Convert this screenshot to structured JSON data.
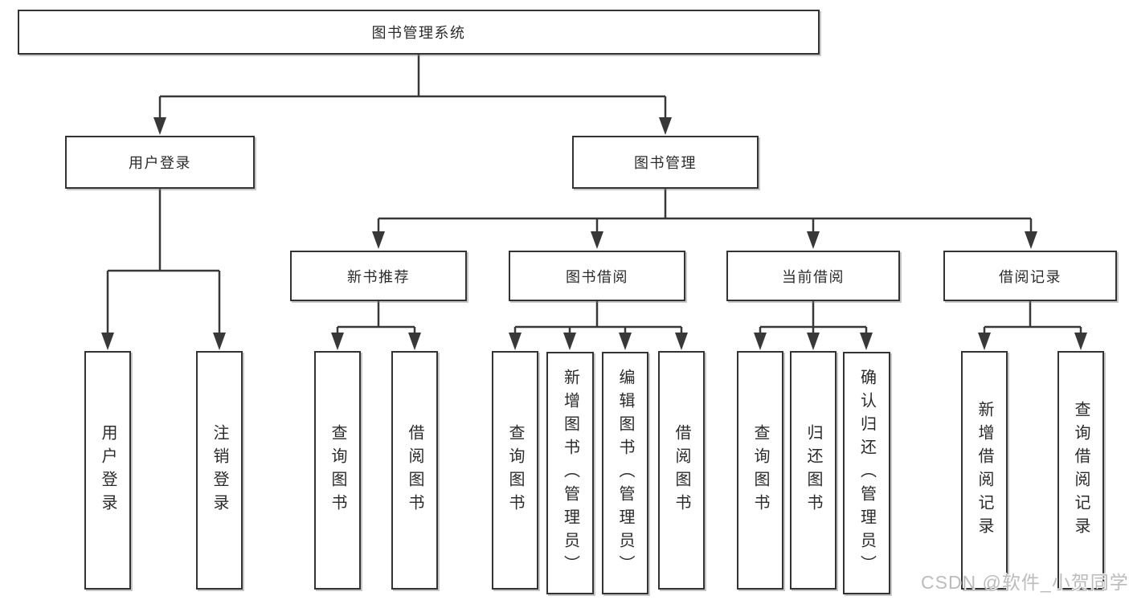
{
  "tree": {
    "root": "图书管理系统",
    "branches": [
      {
        "label": "用户登录",
        "children": [
          "用户登录",
          "注销登录"
        ]
      },
      {
        "label": "图书管理",
        "sections": [
          {
            "label": "新书推荐",
            "children": [
              "查询图书",
              "借阅图书"
            ]
          },
          {
            "label": "图书借阅",
            "children": [
              "查询图书",
              "新增图书（管理员）",
              "编辑图书（管理员）",
              "借阅图书"
            ]
          },
          {
            "label": "当前借阅",
            "children": [
              "查询图书",
              "归还图书",
              "确认归还（管理员）"
            ]
          },
          {
            "label": "借阅记录",
            "children": [
              "新增借阅记录",
              "查询借阅记录"
            ]
          }
        ]
      }
    ]
  },
  "watermark": "CSDN @软件_小贺同学",
  "colors": {
    "line": "#383838",
    "box_border": "#333333",
    "text": "#2b2b2b",
    "watermark": "#bcbcbc",
    "background": "#ffffff"
  }
}
